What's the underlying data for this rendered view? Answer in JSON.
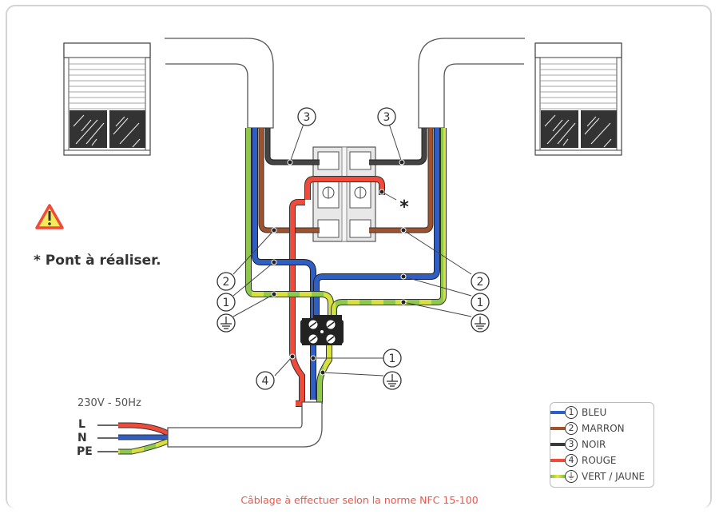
{
  "colors": {
    "blue": "#2f5fc4",
    "brown": "#a0522d",
    "black": "#3a3a3a",
    "red": "#f04a3a",
    "yellow": "#e8e640",
    "green": "#7cc243",
    "footer": "#e8584e"
  },
  "note": {
    "warning_icon": "warning-triangle-icon",
    "text": "* Pont à réaliser."
  },
  "callouts": {
    "left_black": "3",
    "right_black": "3",
    "left_brown": "2",
    "left_blue": "1",
    "right_brown": "2",
    "right_blue": "1",
    "bottom_blue": "1",
    "bottom_red": "4",
    "asterisk": "*"
  },
  "supply": {
    "label": "230V - 50Hz",
    "terminals": [
      "L",
      "N",
      "PE"
    ]
  },
  "legend": [
    {
      "num": "1",
      "label": "BLEU",
      "color": "#2f5fc4"
    },
    {
      "num": "2",
      "label": "MARRON",
      "color": "#a0522d"
    },
    {
      "num": "3",
      "label": "NOIR",
      "color": "#3a3a3a"
    },
    {
      "num": "4",
      "label": "ROUGE",
      "color": "#f04a3a"
    },
    {
      "num": "⏚",
      "label": "VERT / JAUNE",
      "color": "#a8d43a"
    }
  ],
  "footer": "Câblage à effectuer selon la norme NFC 15-100"
}
